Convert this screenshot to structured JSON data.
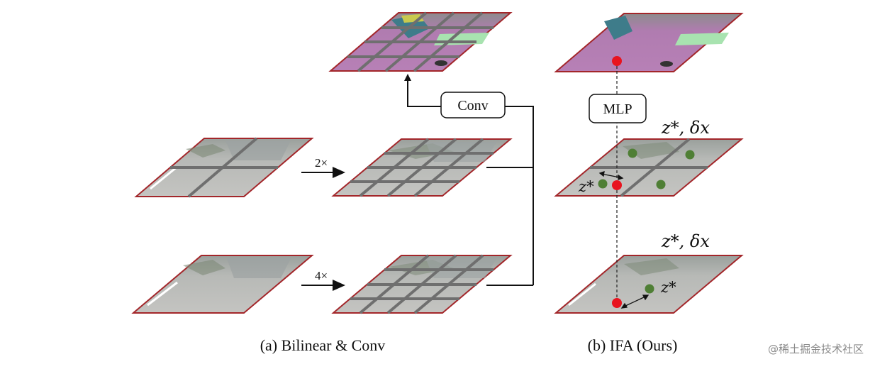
{
  "labels": {
    "scale_2x": "2×",
    "scale_4x": "4×",
    "conv_box": "Conv",
    "mlp_box": "MLP",
    "zdx_top": "z*, δx",
    "zdx_bottom": "z*, δx",
    "z_mid": "z*",
    "z_low": "z*",
    "caption_a": "(a) Bilinear & Conv",
    "caption_b": "(b) IFA (Ours)"
  },
  "watermark": "@稀土掘金技术社区",
  "colors": {
    "plane_border": "#a3262a",
    "road_gray": "#b4b4b2",
    "sky_gray": "#c9cbca",
    "seg_purple": "#b780b6",
    "seg_teal": "#3e7c8a",
    "seg_green": "#a8e3b0",
    "grid_gray": "#6f6f6f",
    "red_dot": "#e8141f",
    "green_dot": "#4f7f35"
  }
}
